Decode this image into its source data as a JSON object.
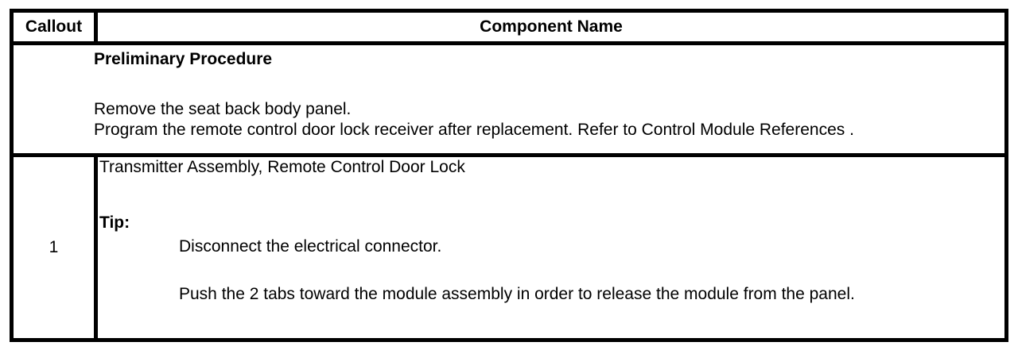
{
  "table": {
    "header": {
      "callout": "Callout",
      "component_name": "Component Name"
    },
    "preliminary": {
      "title": "Preliminary Procedure",
      "steps": [
        "Remove the seat back body panel.",
        "Program the remote control door lock receiver after replacement. Refer to Control Module References ."
      ]
    },
    "items": [
      {
        "callout": "1",
        "component": "Transmitter Assembly, Remote Control Door Lock",
        "tip_label": "Tip:",
        "tip_steps": [
          "Disconnect the electrical connector.",
          "Push the 2 tabs toward the module assembly in order to release the module from the panel."
        ]
      }
    ],
    "colors": {
      "border": "#000000",
      "text": "#000000",
      "background": "#ffffff"
    }
  }
}
